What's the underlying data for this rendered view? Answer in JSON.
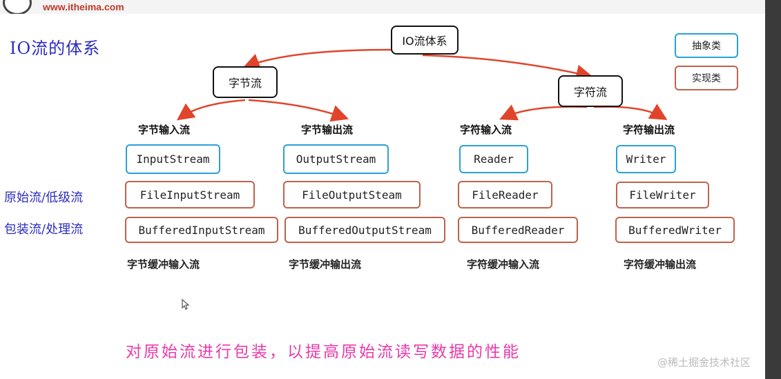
{
  "header": {
    "site": "www.itheima.com"
  },
  "title_note": "IO流的体系",
  "diagram": {
    "root": "IO流体系",
    "byte_stream": "字节流",
    "char_stream": "字符流",
    "categories": [
      "字节输入流",
      "字节输出流",
      "字符输入流",
      "字符输出流"
    ],
    "abstract_classes": [
      "InputStream",
      "OutputStream",
      "Reader",
      "Writer"
    ],
    "raw_classes": [
      "FileInputStream",
      "FileOutputSteam",
      "FileReader",
      "FileWriter"
    ],
    "buffered_classes": [
      "BufferedInputStream",
      "BufferedOutputStream",
      "BufferedReader",
      "BufferedWriter"
    ],
    "captions": [
      "字节缓冲输入流",
      "字节缓冲输出流",
      "字符缓冲输入流",
      "字符缓冲输出流"
    ]
  },
  "legend": {
    "abstract": "抽象类",
    "implementation": "实现类",
    "abstract_color": "#2aa0d8",
    "implementation_color": "#c0614a"
  },
  "side_notes": {
    "raw": "原始流/低级流",
    "wrapper": "包装流/处理流"
  },
  "bottom_note": "对原始流进行包装，以提高原始流读写数据的性能",
  "watermark": "@稀土掘金技术社区",
  "arrow_color": "#e0452b"
}
